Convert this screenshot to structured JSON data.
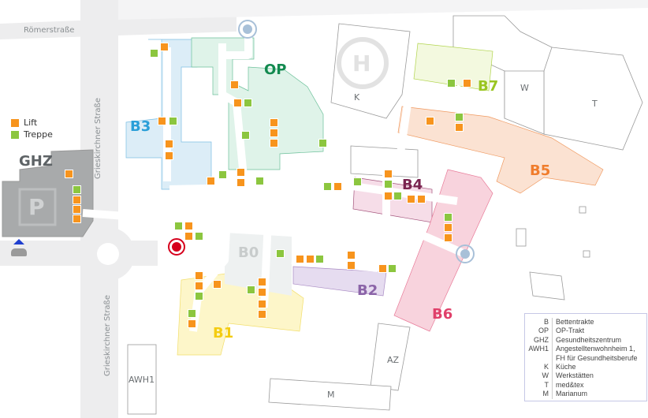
{
  "streets": {
    "top": "Römerstraße",
    "vertical_upper": "Grieskirchner Straße",
    "vertical_lower": "Grieskirchner Straße"
  },
  "symbol_legend": [
    {
      "label": "Lift",
      "color": "#f7941d"
    },
    {
      "label": "Treppe",
      "color": "#8cc63f"
    }
  ],
  "areas": {
    "GHZ": {
      "label": "GHZ",
      "color": "#5e6366"
    },
    "OP": {
      "label": "OP",
      "color": "#138a50"
    },
    "B3": {
      "label": "B3",
      "color": "#2a9fd8"
    },
    "B4": {
      "label": "B4",
      "color": "#7a2450"
    },
    "B5": {
      "label": "B5",
      "color": "#f07d2d"
    },
    "B7": {
      "label": "B7",
      "color": "#9ac521"
    },
    "B6": {
      "label": "B6",
      "color": "#e0406a"
    },
    "B2": {
      "label": "B2",
      "color": "#8b64a8"
    },
    "B1": {
      "label": "B1",
      "color": "#f4cc11"
    },
    "B0": {
      "label": "B0",
      "color": "#c8cccc"
    }
  },
  "buildings": {
    "K": "K",
    "W": "W",
    "T": "T",
    "AZ": "AZ",
    "M": "M",
    "AWH1": "AWH1",
    "parking": "P",
    "helipad": "H"
  },
  "legend": [
    {
      "key": "B",
      "value": "Bettentrakte"
    },
    {
      "key": "OP",
      "value": "OP-Trakt"
    },
    {
      "key": "GHZ",
      "value": "Gesundheitszentrum"
    },
    {
      "key": "AWH1",
      "value": "Angestelltenwohnheim 1,"
    },
    {
      "key": "",
      "value": "FH für Gesundheitsberufe"
    },
    {
      "key": "K",
      "value": "Küche"
    },
    {
      "key": "W",
      "value": "Werkstätten"
    },
    {
      "key": "T",
      "value": "med&tex"
    },
    {
      "key": "M",
      "value": "Marianum"
    }
  ]
}
